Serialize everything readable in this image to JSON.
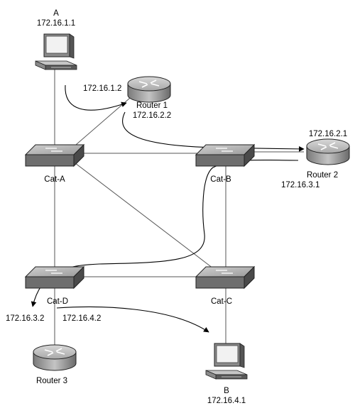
{
  "diagram": {
    "hosts": {
      "a": {
        "name": "A",
        "ip": "172.16.1.1"
      },
      "b": {
        "name": "B",
        "ip": "172.16.4.1"
      }
    },
    "routers": {
      "r1": {
        "name": "Router 1",
        "ip_upper": "172.16.1.2",
        "ip_lower": "172.16.2.2"
      },
      "r2": {
        "name": "Router 2",
        "ip_upper": "172.16.2.1",
        "ip_lower": "172.16.3.1"
      },
      "r3": {
        "name": "Router 3",
        "ip_left": "172.16.3.2",
        "ip_right": "172.16.4.2"
      }
    },
    "switches": {
      "cat_a": "Cat-A",
      "cat_b": "Cat-B",
      "cat_c": "Cat-C",
      "cat_d": "Cat-D"
    },
    "colors": {
      "switch_top": "#b8b8b8",
      "switch_front": "#6e6e6e",
      "router_body": "#9a9a9a",
      "link": "#555555",
      "path": "#000000"
    }
  }
}
